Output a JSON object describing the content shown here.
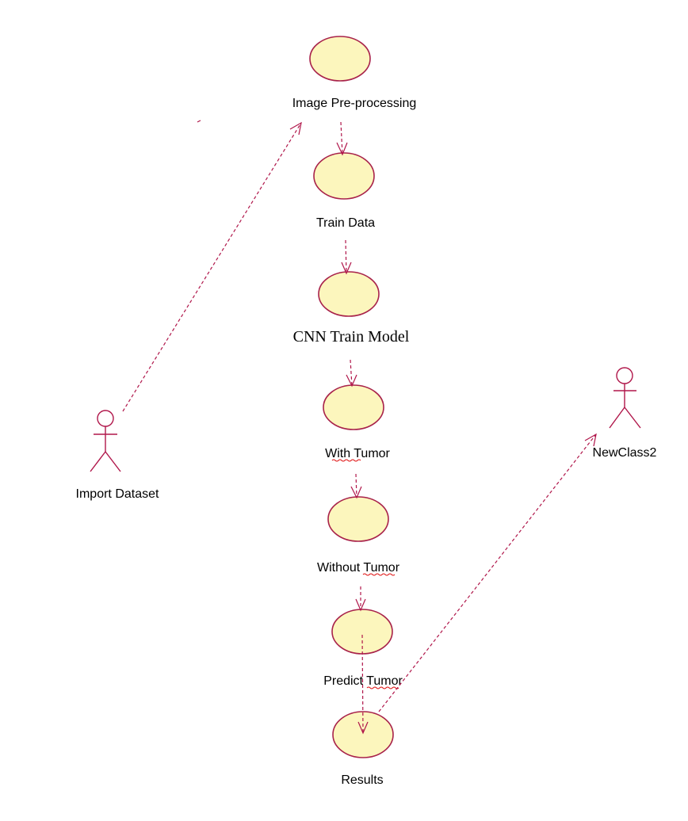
{
  "colors": {
    "usecase_fill": "#fcf6bd",
    "usecase_stroke": "#a8224a",
    "line": "#b0164a",
    "spell_underline": "#e01010"
  },
  "actors": {
    "import_dataset": "Import Dataset",
    "newclass2": "NewClass2"
  },
  "use_cases": {
    "image_preprocessing": "Image Pre-processing",
    "train_data": "Train Data",
    "cnn_train_model": "CNN Train Model",
    "with_tumor": "With Tumor",
    "without_tumor": "Without Tumor",
    "predict_tumor": "Predict Tumor",
    "results": "Results"
  }
}
